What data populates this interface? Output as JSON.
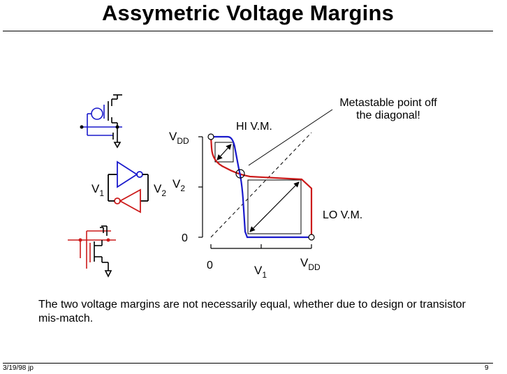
{
  "slide": {
    "title": "Assymetric Voltage Margins",
    "caption": "The two voltage margins are not necessarily equal, whether due to design or transistor mis-match.",
    "footer_left": "3/19/98  jp",
    "footer_right": "9"
  },
  "diagram": {
    "annotation_metastable_line1": "Metastable point off",
    "annotation_metastable_line2": "the diagonal!",
    "label_hi_vm": "HI V.M.",
    "label_lo_vm": "LO V.M.",
    "inverter_input": "V",
    "inverter_input_sub": "1",
    "inverter_output": "V",
    "inverter_output_sub": "2",
    "axis_y_top": "V",
    "axis_y_top_sub": "DD",
    "axis_y_mid": "V",
    "axis_y_mid_sub": "2",
    "axis_y_zero": "0",
    "axis_x_zero": "0",
    "axis_x_mid": "V",
    "axis_x_mid_sub": "1",
    "axis_x_right": "V",
    "axis_x_right_sub": "DD"
  },
  "colors": {
    "blue_curve": "#1a1acc",
    "red_curve": "#cc1a1a",
    "black": "#000000"
  }
}
